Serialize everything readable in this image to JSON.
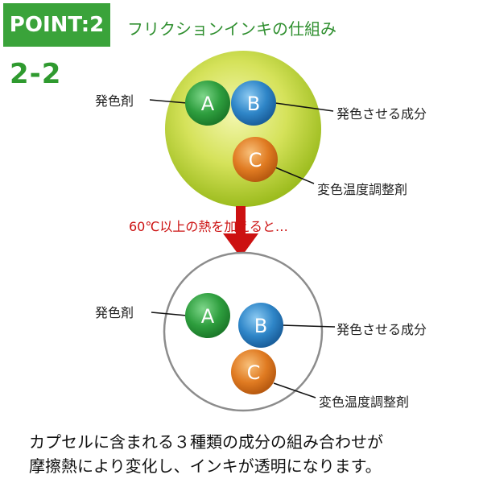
{
  "header": {
    "point_label": "POINT:2",
    "title": "フリクションインキの仕組み",
    "section_number": "2-2"
  },
  "top_diagram": {
    "balls": {
      "a": "A",
      "b": "B",
      "c": "C"
    },
    "labels": {
      "color_developer": "発色剤",
      "coloring_component": "発色させる成分",
      "temperature_agent": "変色温度調整剤"
    }
  },
  "transition_text": "60℃以上の熱を加えると…",
  "bottom_diagram": {
    "balls": {
      "a": "A",
      "b": "B",
      "c": "C"
    },
    "labels": {
      "color_developer": "発色剤",
      "coloring_component": "発色させる成分",
      "temperature_agent": "変色温度調整剤"
    }
  },
  "caption": {
    "line1": "カプセルに含まれる３種類の成分の組み合わせが",
    "line2": "摩擦熱により変化し、インキが透明になります。"
  },
  "colors": {
    "brand_green": "#3aa33a",
    "ball_a_green": "#2e9e3e",
    "ball_b_blue": "#2f86c8",
    "ball_c_orange": "#e07b22",
    "capsule_yellow_green": "#c8da3c",
    "arrow_red": "#cc1111"
  }
}
